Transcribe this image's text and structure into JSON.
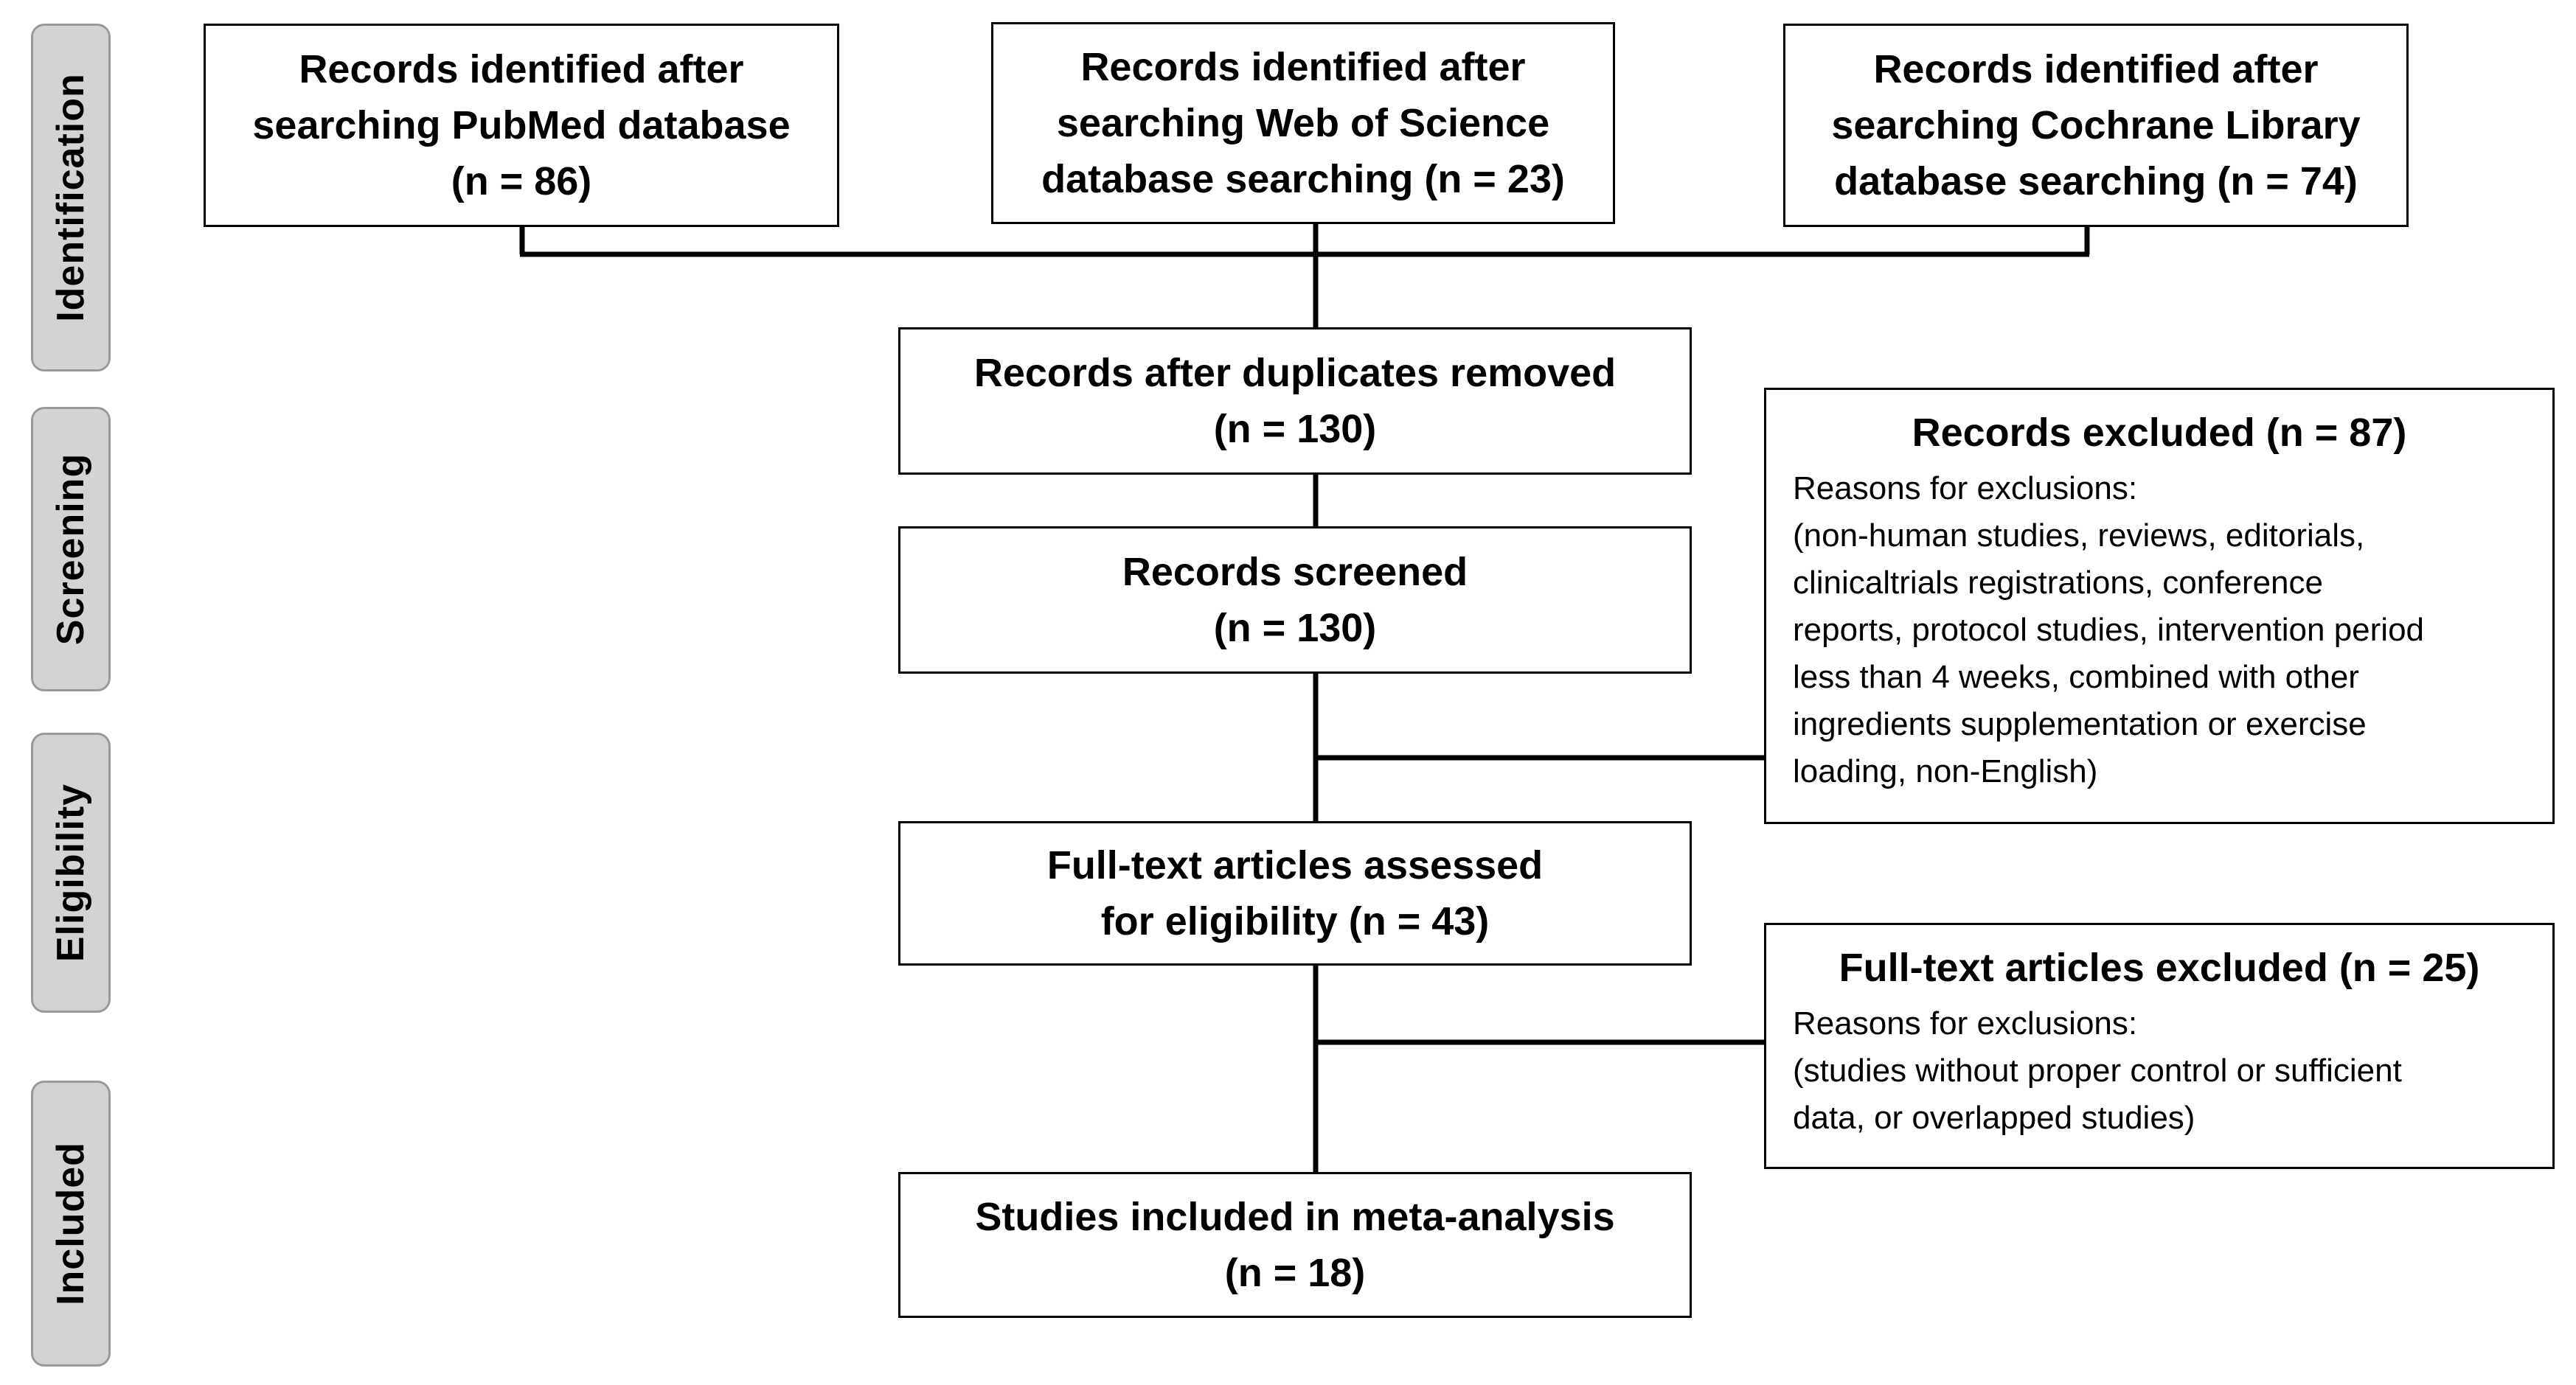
{
  "stages": {
    "identification": "Identification",
    "screening": "Screening",
    "eligibility": "Eligibility",
    "included": "Included"
  },
  "sources": {
    "pubmed": [
      "Records identified after",
      "searching PubMed database",
      "(n = 86)"
    ],
    "web_of_science": [
      "Records identified after",
      "searching Web of Science",
      "database searching (n = 23)"
    ],
    "cochrane": [
      "Records identified after",
      "searching Cochrane Library",
      "database searching (n = 74)"
    ]
  },
  "flow": {
    "duplicates_removed": [
      "Records after duplicates removed",
      "(n = 130)"
    ],
    "screened": [
      "Records screened",
      "(n = 130)"
    ],
    "full_text_assessed": [
      "Full-text articles assessed",
      "for eligibility (n = 43)"
    ],
    "included": [
      "Studies included in meta-analysis",
      "(n = 18)"
    ]
  },
  "exclusions": {
    "records": {
      "title": "Records excluded (n = 87)",
      "lines": [
        "Reasons for exclusions:",
        "(non-human studies, reviews, editorials,",
        "clinicaltrials registrations, conference",
        "reports, protocol studies, intervention period",
        "less than 4 weeks, combined with other",
        "ingredients supplementation or exercise",
        "loading, non-English)"
      ]
    },
    "full_text": {
      "title": "Full-text articles excluded (n = 25)",
      "lines": [
        "Reasons for exclusions:",
        "(studies without proper control or sufficient",
        "data, or overlapped studies)"
      ]
    }
  }
}
